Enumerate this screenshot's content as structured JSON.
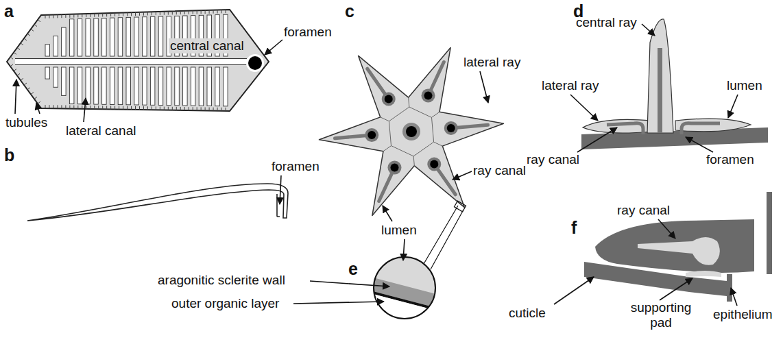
{
  "diagram": {
    "labels": [
      "a",
      "foramen",
      "central canal",
      "tubules",
      "lateral canal",
      "b",
      "foramen",
      "c",
      "lateral ray",
      "ray canal",
      "lumen",
      "d",
      "central ray",
      "lateral ray",
      "lumen",
      "ray canal",
      "foramen",
      "e",
      "aragonitic sclerite wall",
      "outer organic layer",
      "f",
      "ray canal",
      "cuticle",
      "supporting pad",
      "epithelium"
    ]
  }
}
